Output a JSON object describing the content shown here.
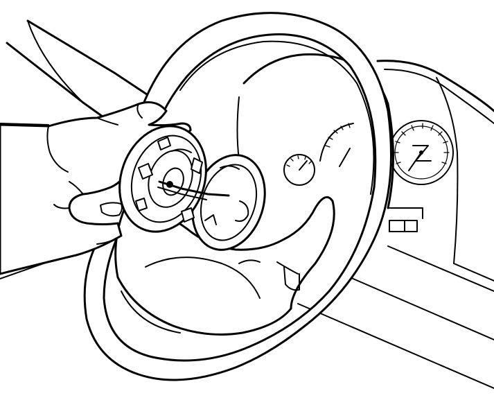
{
  "figure": {
    "background": "#ffffff",
    "line_color": "#000000",
    "parts": [
      {
        "id": "windshield-lines",
        "icon": "windshield-pillar"
      },
      {
        "id": "dashboard",
        "icon": "dashboard-outline"
      },
      {
        "id": "instrument-cluster",
        "icon": "gauge-cluster"
      },
      {
        "id": "speedometer",
        "icon": "gauge"
      },
      {
        "id": "small-gauge",
        "icon": "gauge"
      },
      {
        "id": "steering-wheel",
        "icon": "steering-wheel"
      },
      {
        "id": "steering-hub",
        "icon": "hub-opening"
      },
      {
        "id": "clock-spring",
        "icon": "clock-spring"
      },
      {
        "id": "left-hand",
        "icon": "hand"
      },
      {
        "id": "dash-switches",
        "icon": "switch-panel"
      }
    ]
  }
}
